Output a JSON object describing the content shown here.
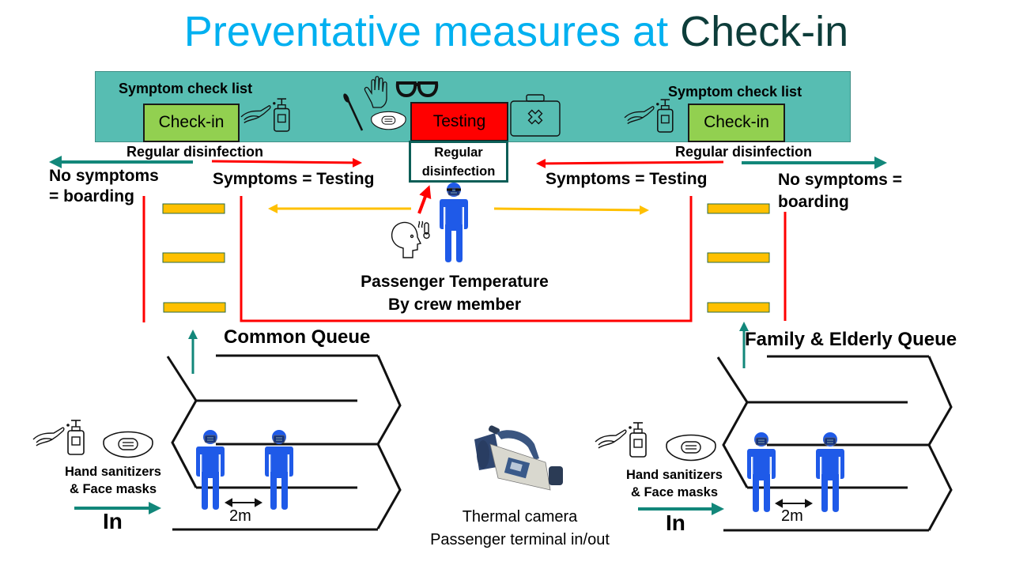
{
  "title": {
    "part1": "Preventative measures at ",
    "part2": "Check-in"
  },
  "banner": {
    "left_checklist_label": "Symptom check list",
    "right_checklist_label": "Symptom check list",
    "left_checkin_label": "Check-in",
    "right_checkin_label": "Check-in",
    "testing_label": "Testing",
    "icons": [
      "hand-sanitizer-icon",
      "swab-icon",
      "glove-icon",
      "glasses-icon",
      "face-mask-icon",
      "first-aid-kit-icon",
      "hand-sanitizer-icon"
    ]
  },
  "center_disinfection": {
    "line1": "Regular",
    "line2": "disinfection"
  },
  "left_flow": {
    "disinfection_label": "Regular disinfection",
    "no_symptoms_line1": "No symptoms",
    "no_symptoms_line2": "= boarding",
    "symptoms_label": "Symptoms = Testing"
  },
  "right_flow": {
    "disinfection_label": "Regular disinfection",
    "no_symptoms_line1": "No symptoms =",
    "no_symptoms_line2": "boarding",
    "symptoms_label": "Symptoms = Testing"
  },
  "temperature_check": {
    "line1": "Passenger Temperature",
    "line2": "By crew member"
  },
  "queues": {
    "left_title": "Common Queue",
    "right_title": "Family & Elderly Queue",
    "left_supplies_line1": "Hand sanitizers",
    "left_supplies_line2": "& Face masks",
    "right_supplies_line1": "Hand sanitizers",
    "right_supplies_line2": "& Face masks",
    "left_entry_label": "In",
    "right_entry_label": "In",
    "left_distance_label": "2m",
    "right_distance_label": "2m"
  },
  "thermal_camera": {
    "line1": "Thermal camera",
    "line2": "Passenger terminal in/out"
  },
  "colors": {
    "title_blue": "#00b0f0",
    "title_dark": "#0d3d3a",
    "banner_teal": "#57bdb2",
    "checkin_green": "#92d050",
    "testing_red": "#ff0000",
    "teal_arrow": "#12877a",
    "amber_arrow": "#ffc000",
    "person_blue": "#1f5ae8"
  }
}
